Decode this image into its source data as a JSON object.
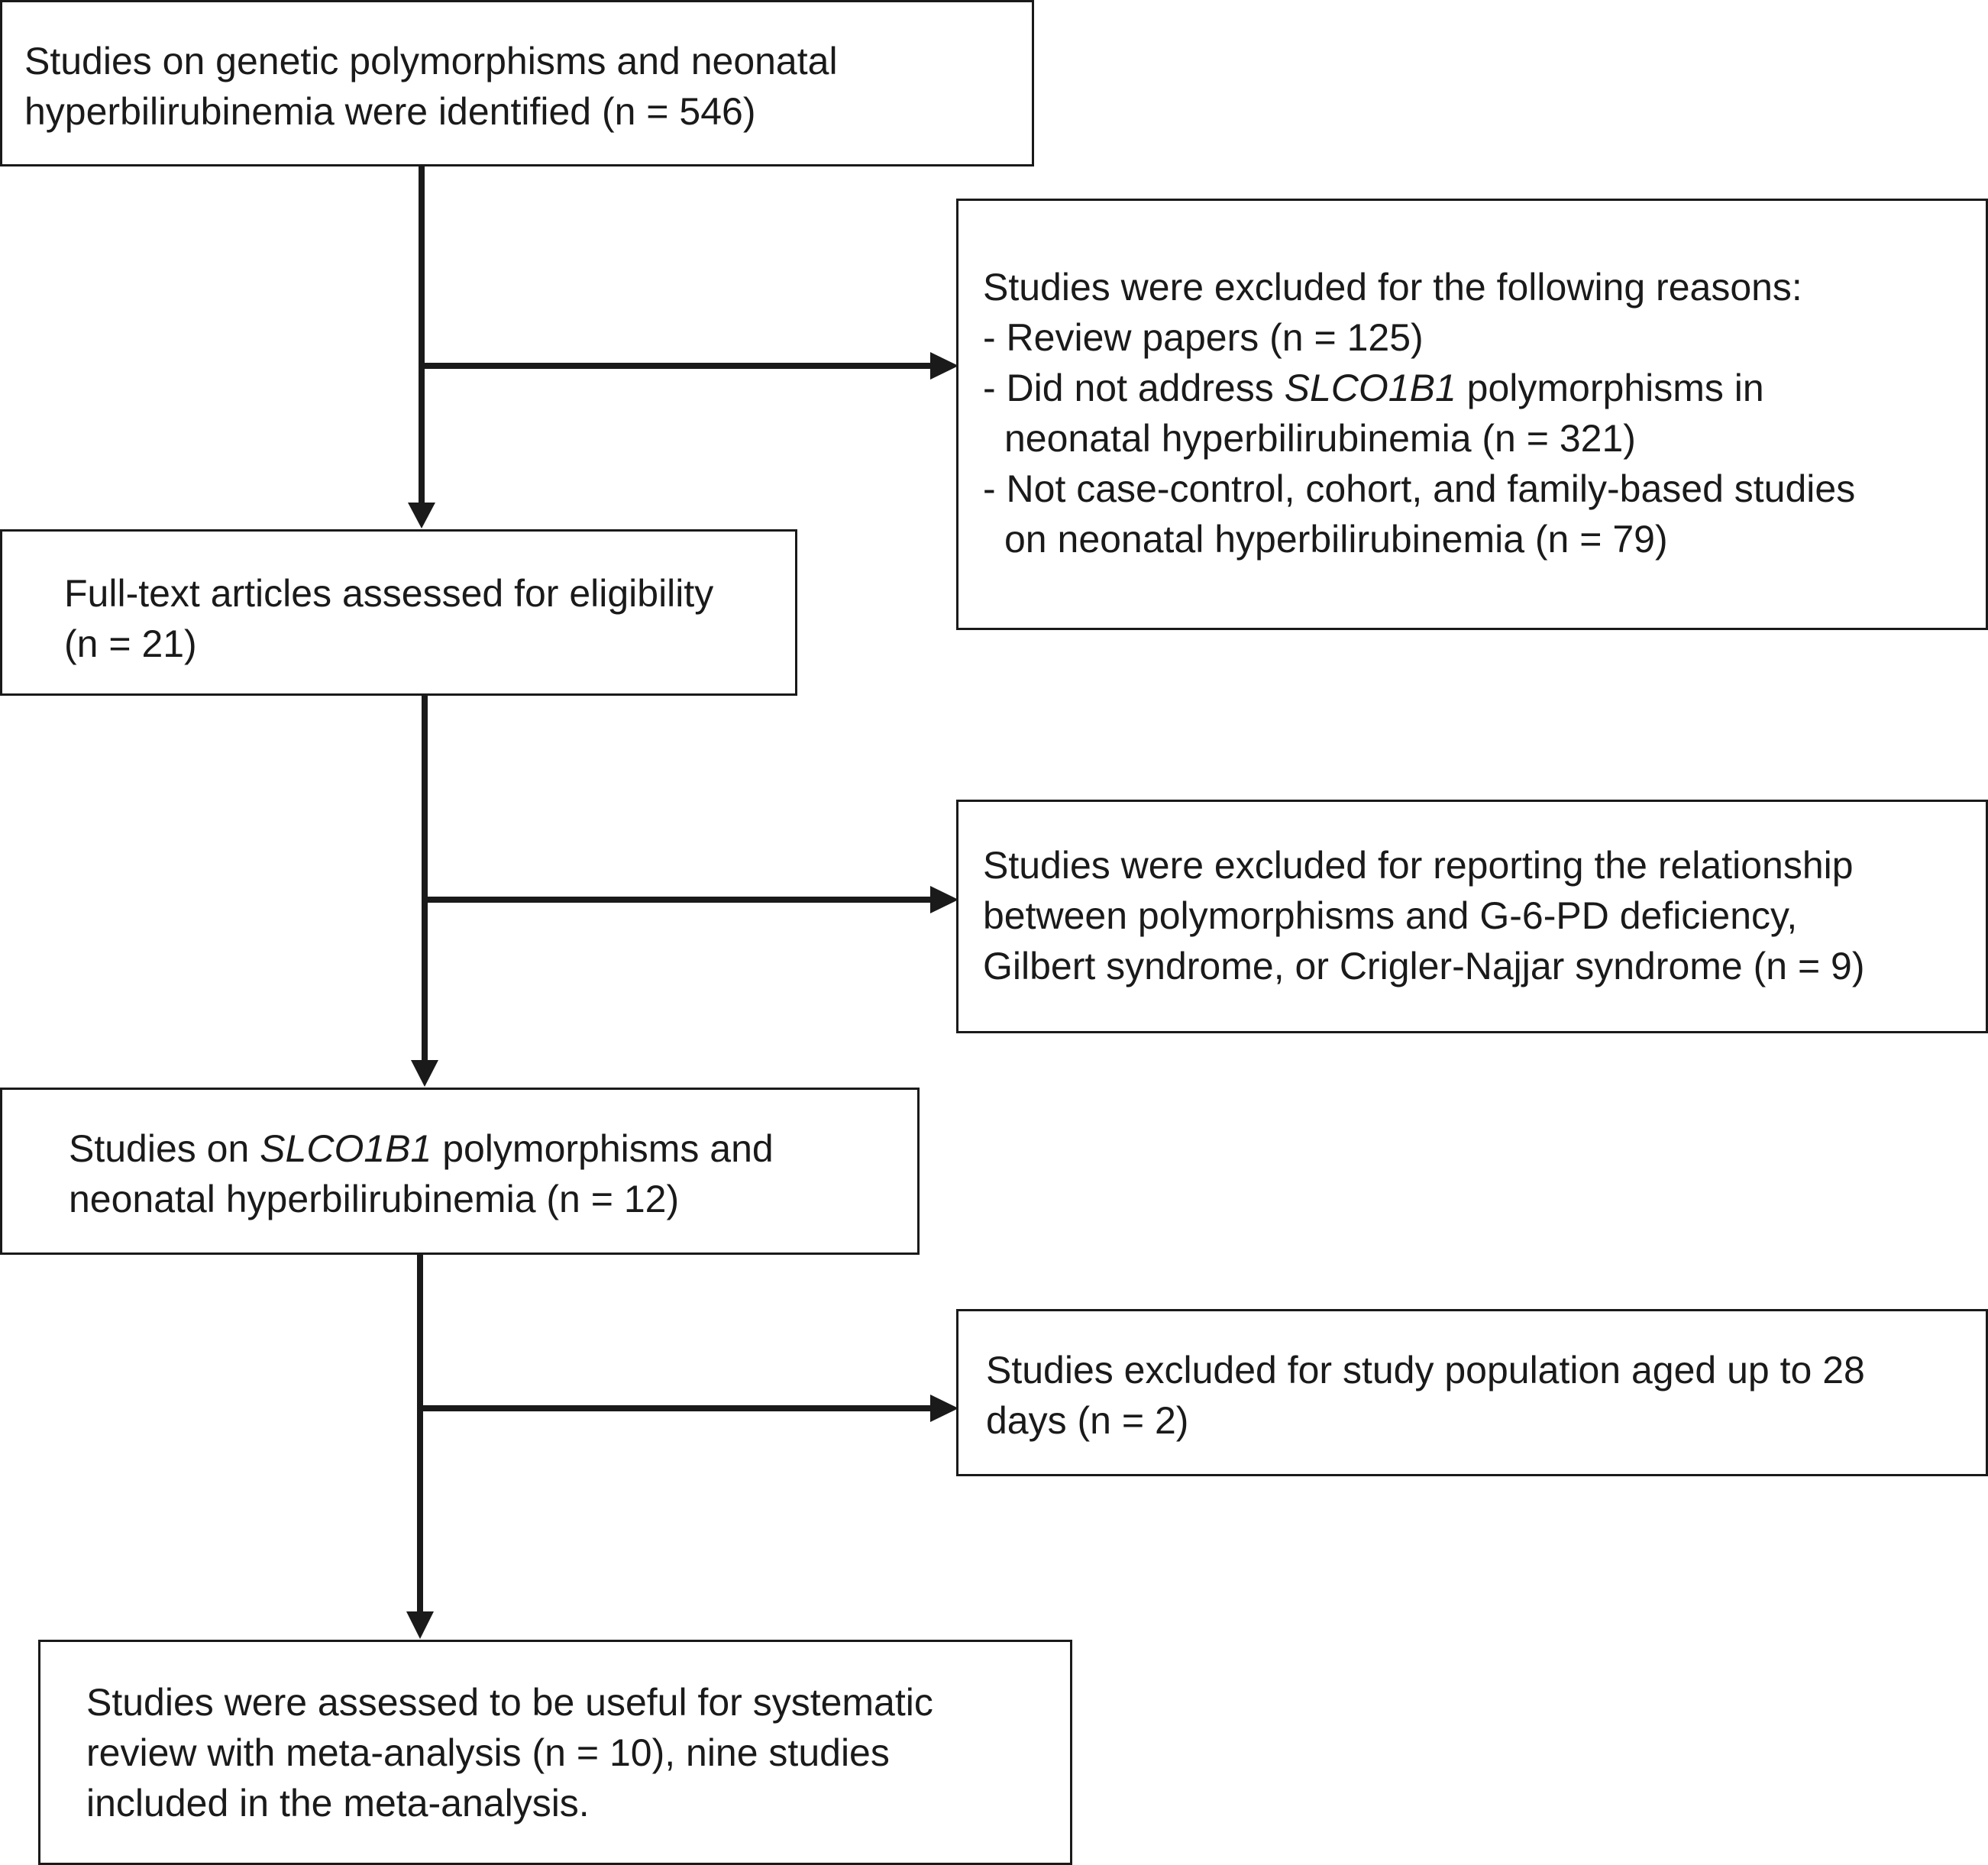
{
  "boxes": {
    "identified": {
      "line1": "Studies on genetic polymorphisms and neonatal",
      "line2": "hyperbilirubinemia were identified (n = 546)"
    },
    "exclusion1": {
      "heading": "Studies were excluded for the following reasons:",
      "item1": "- Review papers (n = 125)",
      "item2_prefix": "- Did not address ",
      "item2_gene": "SLCO1B1",
      "item2_suffix": " polymorphisms in",
      "item2_cont": "neonatal hyperbilirubinemia (n = 321)",
      "item3": "- Not case-control, cohort, and family-based studies",
      "item3_cont": "on neonatal hyperbilirubinemia (n = 79)"
    },
    "fulltext": {
      "line1": "Full-text articles assessed for eligibility",
      "line2": "(n = 21)"
    },
    "exclusion2": {
      "line1": "Studies were excluded for reporting the relationship",
      "line2": "between polymorphisms and G-6-PD deficiency,",
      "line3": "Gilbert syndrome, or Crigler-Najjar syndrome (n = 9)"
    },
    "slco": {
      "line1_prefix": "Studies on ",
      "line1_gene": "SLCO1B1",
      "line1_suffix": " polymorphisms and",
      "line2": "neonatal hyperbilirubinemia (n = 12)"
    },
    "exclusion3": {
      "line1": "Studies excluded for study population aged up to 28",
      "line2": "days (n = 2)"
    },
    "final": {
      "line1": "Studies were assessed to be useful for systematic",
      "line2": "review with meta-analysis (n = 10), nine studies",
      "line3": "included in the meta-analysis."
    }
  }
}
